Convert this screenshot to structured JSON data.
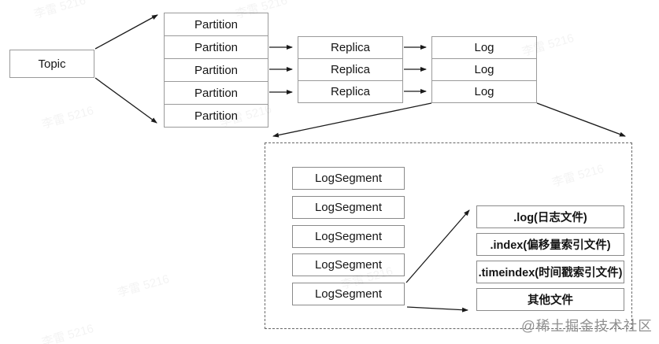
{
  "diagram": {
    "topic_label": "Topic",
    "partitions": [
      "Partition",
      "Partition",
      "Partition",
      "Partition",
      "Partition"
    ],
    "replicas": [
      "Replica",
      "Replica",
      "Replica"
    ],
    "logs": [
      "Log",
      "Log",
      "Log"
    ],
    "log_segments": [
      "LogSegment",
      "LogSegment",
      "LogSegment",
      "LogSegment",
      "LogSegment"
    ],
    "segment_files": [
      ".log(日志文件)",
      ".index(偏移量索引文件)",
      ".timeindex(时间戳索引文件)",
      "其他文件"
    ]
  },
  "watermarks": {
    "community": "@稀土掘金技术社区",
    "diagonal": "李雷 5216"
  },
  "colors": {
    "background": "#ffffff",
    "table_border": "#9a9a9a",
    "box_border": "#8a8a8a",
    "dashed_border": "#666666",
    "arrow": "#1a1a1a",
    "text": "#151515",
    "community_watermark": "#8f8f8f"
  }
}
